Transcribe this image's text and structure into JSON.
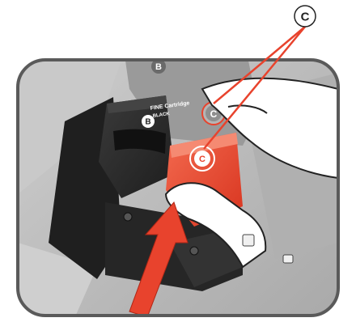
{
  "callout": {
    "letter": "C"
  },
  "printer": {
    "label_b": "B",
    "label_c": "C"
  },
  "black_cartridge": {
    "line1": "FINE Cartridge",
    "line2": "BLACK",
    "letter": "B"
  },
  "color_cartridge": {
    "letter": "C"
  },
  "colors": {
    "frame": "#5a5a5a",
    "background_grey": "#b9b9b9",
    "cartridge_black": "#2a2a2a",
    "cartridge_red": "#e8432d",
    "arrow_red": "#e8432d",
    "hand": "#ffffff",
    "callout_line": "#e8432d"
  },
  "icons": [
    "callout-circle-icon",
    "push-arrow-icon",
    "hand-icon"
  ]
}
